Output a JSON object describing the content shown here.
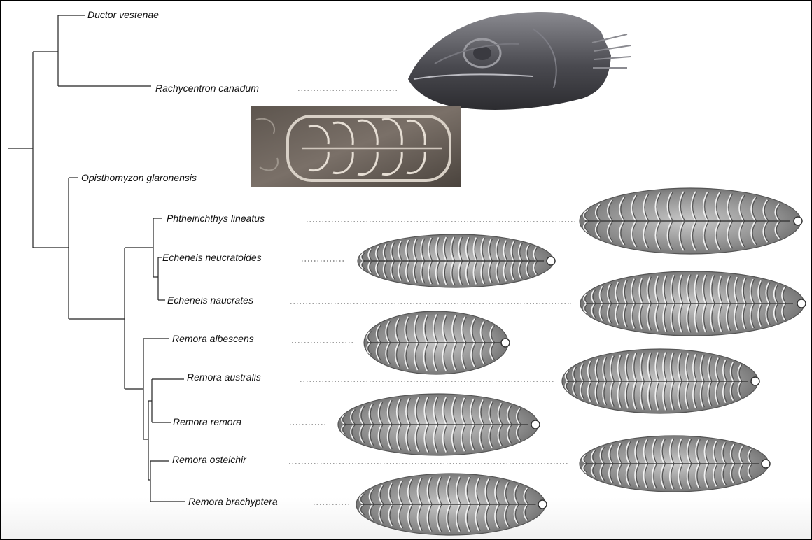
{
  "figure": {
    "taxa": [
      {
        "id": "ductor",
        "label": "Ductor vestenae"
      },
      {
        "id": "rachycentron",
        "label": "Rachycentron canadum"
      },
      {
        "id": "opisthomyzon",
        "label": "Opisthomyzon glaronensis"
      },
      {
        "id": "phtheirichthys",
        "label": "Phtheirichthys lineatus"
      },
      {
        "id": "echeneis-neucratoides",
        "label": "Echeneis neucratoides"
      },
      {
        "id": "echeneis-naucrates",
        "label": "Echeneis naucrates"
      },
      {
        "id": "remora-albescens",
        "label": "Remora albescens"
      },
      {
        "id": "remora-australis",
        "label": "Remora australis"
      },
      {
        "id": "remora-remora",
        "label": "Remora remora"
      },
      {
        "id": "remora-osteichir",
        "label": "Remora osteichir"
      },
      {
        "id": "remora-brachyptera",
        "label": "Remora brachyptera"
      }
    ]
  },
  "colors": {
    "branch": "#222222",
    "disc_fill": "#8a8a8a",
    "fossil_fill": "#6b625a",
    "head_fill": "#5a5a5e"
  }
}
